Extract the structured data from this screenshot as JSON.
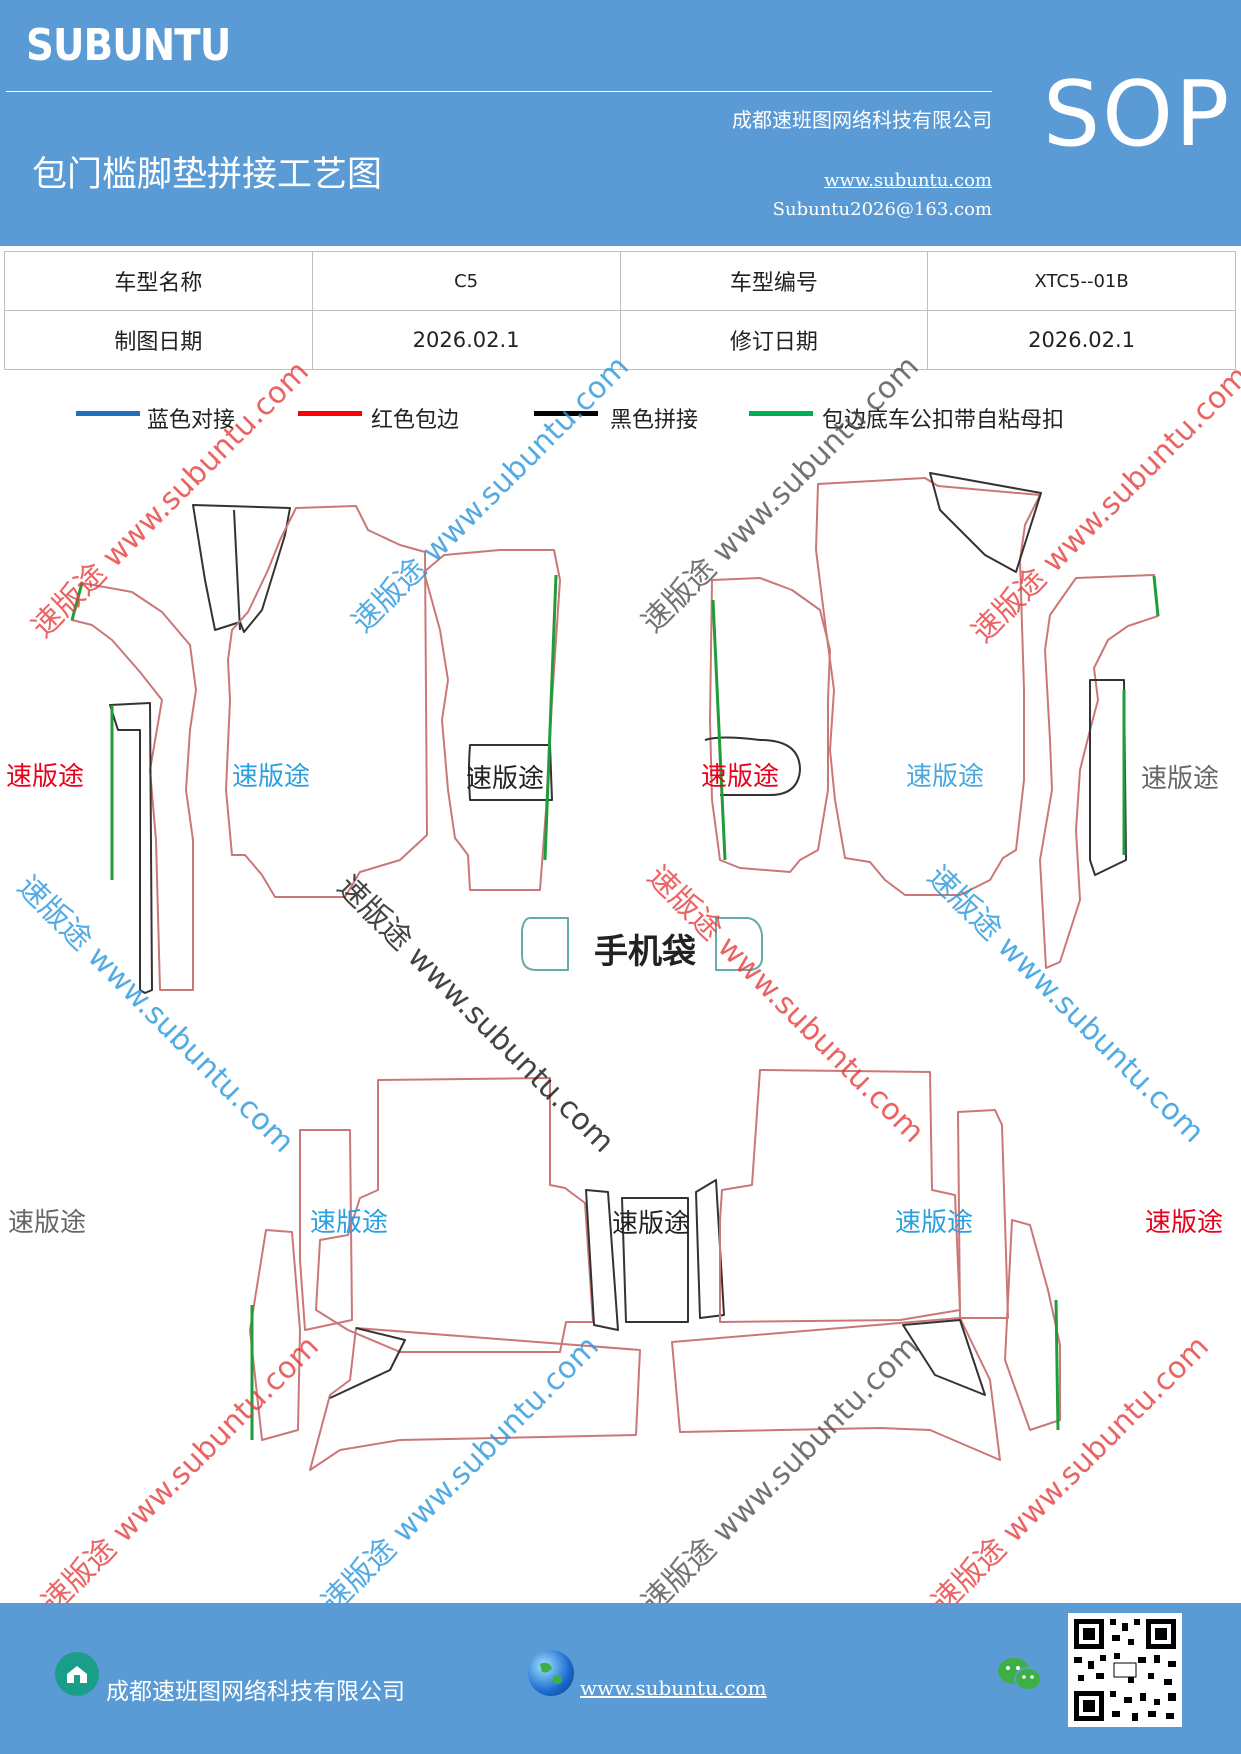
{
  "header": {
    "brand": "SUBUNTU",
    "sop": "SOP",
    "title": "包门槛脚垫拼接工艺图",
    "company": "成都速班图网络科技有限公司",
    "website": "www.subuntu.com",
    "email": "Subuntu2026@163.com"
  },
  "info_table": {
    "model_name_label": "车型名称",
    "model_name_value": "C5",
    "model_code_label": "车型编号",
    "model_code_value": "XTC5--01B",
    "draw_date_label": "制图日期",
    "draw_date_value": "2026.02.1",
    "revise_date_label": "修订日期",
    "revise_date_value": "2026.02.1"
  },
  "legend": [
    {
      "label": "蓝色对接",
      "color": "#1f6fc0"
    },
    {
      "label": "红色包边",
      "color": "#ff0000"
    },
    {
      "label": "黑色拼接",
      "color": "#000000"
    },
    {
      "label": "包边底车公扣带自粘母扣",
      "color": "#00b050"
    }
  ],
  "drawing": {
    "phone_bag_label": "手机袋",
    "part_labels": [
      "速版途",
      "速版途",
      "速版途",
      "速版途",
      "速版途",
      "速版途",
      "速版途",
      "速版途",
      "速版途",
      "速版途"
    ],
    "watermark_text": "速版途 www.subuntu.com"
  },
  "footer": {
    "company": "成都速班图网络科技有限公司",
    "website": "www.subuntu.com"
  },
  "colors": {
    "header_bg": "#5b9bd5",
    "outline_red": "#c0504d",
    "green_edge": "#1f9d3a"
  }
}
